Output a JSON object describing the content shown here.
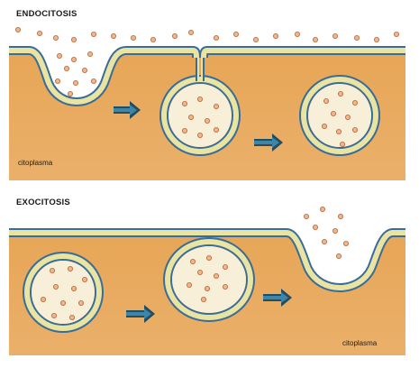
{
  "sections": {
    "endocytosis": {
      "title": "ENDOCITOSIS",
      "region_label": "citoplasma"
    },
    "exocytosis": {
      "title": "EXOCITOSIS",
      "region_label": "citoplasma"
    }
  },
  "colors": {
    "cytoplasm": "#e8a95a",
    "cytoplasm_light": "#f5e6c6",
    "vesicle_fill": "#f7efd8",
    "membrane_outer": "#3a6c9a",
    "membrane_core": "#e9e4a2",
    "particle_fill": "#f2b489",
    "particle_stroke": "#b8643a",
    "arrow": "#244c60"
  },
  "icons": [
    "process-arrow-icon"
  ]
}
